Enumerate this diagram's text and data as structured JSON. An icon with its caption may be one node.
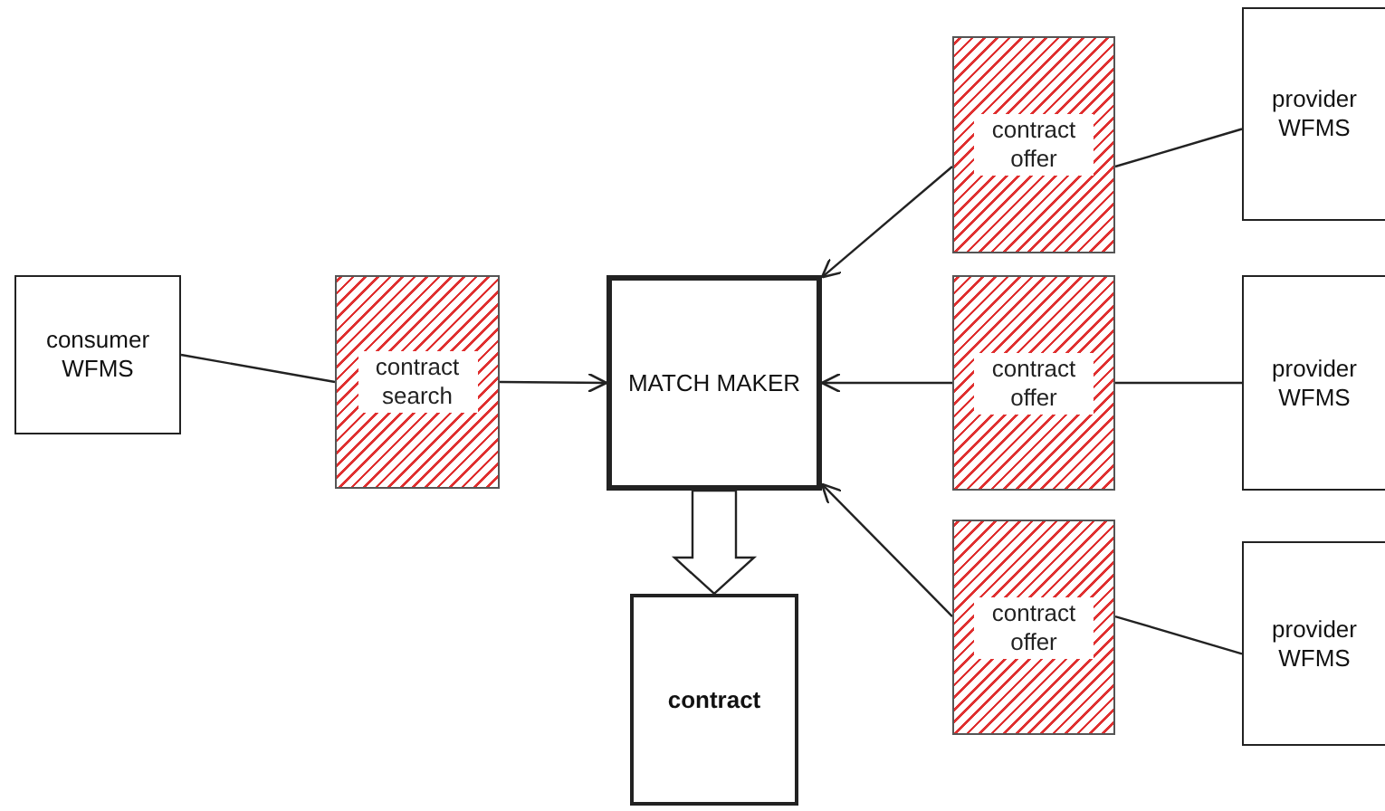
{
  "diagram": {
    "nodes": [
      {
        "text": [
          "consumer WFMS"
        ]
      },
      {
        "text": [
          "contract search"
        ]
      },
      {
        "text": [
          "MATCH MAKER"
        ]
      },
      {
        "text": [
          "contract"
        ]
      },
      {
        "text": [
          "contract offer"
        ]
      },
      {
        "text": [
          "contract offer"
        ]
      },
      {
        "text": [
          "contract offer"
        ]
      },
      {
        "text": [
          "provider WFMS"
        ]
      },
      {
        "text": [
          "provider WFMS"
        ]
      },
      {
        "text": [
          "provider WFMS"
        ]
      }
    ],
    "edges": [
      {
        "from": 0,
        "to": 1,
        "arrow": "none"
      },
      {
        "from": 1,
        "to": 2,
        "arrow": "to"
      },
      {
        "from": 7,
        "to": 4,
        "arrow": "none"
      },
      {
        "from": 4,
        "to": 2,
        "arrow": "to"
      },
      {
        "from": 8,
        "to": 5,
        "arrow": "none"
      },
      {
        "from": 5,
        "to": 2,
        "arrow": "to"
      },
      {
        "from": 9,
        "to": 6,
        "arrow": "none"
      },
      {
        "from": 6,
        "to": 2,
        "arrow": "to"
      },
      {
        "from": 2,
        "to": 3,
        "arrow": "to",
        "style": "thick"
      }
    ]
  }
}
